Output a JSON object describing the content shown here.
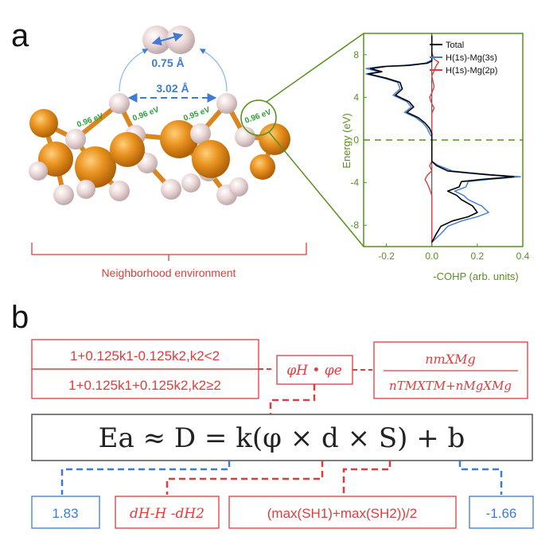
{
  "panel_a": {
    "label": "a",
    "structure": {
      "distance_top": "0.75 Å",
      "distance_mid": "3.02 Å",
      "bond_energies": [
        "0.96 eV",
        "0.96 eV",
        "0.95 eV",
        "0.96 eV"
      ],
      "bracket_label": "Neighborhood environment"
    },
    "chart_data": {
      "type": "line",
      "xlabel": "-COHP (arb. units)",
      "ylabel": "Energy (eV)",
      "xlim": [
        -0.3,
        0.4
      ],
      "ylim": [
        -10,
        10
      ],
      "xticks": [
        "-0.2",
        "0.0",
        "0.2",
        "0.4"
      ],
      "yticks": [
        "8",
        "4",
        "0",
        "-4",
        "-8"
      ],
      "fermi_level": 0,
      "legend_position": "top-right",
      "series": [
        {
          "name": "Total",
          "color": "#000000",
          "points": [
            [
              0,
              9.8
            ],
            [
              0,
              8.2
            ],
            [
              0,
              7.4
            ],
            [
              -0.02,
              7.2
            ],
            [
              -0.1,
              7.0
            ],
            [
              -0.2,
              6.9
            ],
            [
              -0.27,
              6.7
            ],
            [
              -0.22,
              6.4
            ],
            [
              -0.28,
              6.2
            ],
            [
              -0.2,
              5.8
            ],
            [
              -0.14,
              5.4
            ],
            [
              -0.13,
              4.8
            ],
            [
              -0.16,
              4.2
            ],
            [
              -0.1,
              3.6
            ],
            [
              -0.08,
              3.1
            ],
            [
              -0.11,
              2.6
            ],
            [
              -0.06,
              2.1
            ],
            [
              -0.03,
              1.6
            ],
            [
              -0.01,
              1.1
            ],
            [
              0,
              0.6
            ],
            [
              0,
              -2.0
            ],
            [
              0.02,
              -2.4
            ],
            [
              0.07,
              -2.9
            ],
            [
              0.16,
              -3.1
            ],
            [
              0.24,
              -3.25
            ],
            [
              0.36,
              -3.45
            ],
            [
              0.22,
              -3.7
            ],
            [
              0.13,
              -3.9
            ],
            [
              0.12,
              -4.4
            ],
            [
              0.07,
              -4.8
            ],
            [
              0.11,
              -5.2
            ],
            [
              0.13,
              -5.6
            ],
            [
              0.18,
              -6.2
            ],
            [
              0.2,
              -6.8
            ],
            [
              0.16,
              -7.2
            ],
            [
              0.09,
              -7.6
            ],
            [
              0.04,
              -8.1
            ],
            [
              0.02,
              -8.8
            ],
            [
              0,
              -9.6
            ]
          ]
        },
        {
          "name": "H(1s)-Mg(3s)",
          "color": "#3d7bd6",
          "points": [
            [
              0,
              9.8
            ],
            [
              0,
              8.2
            ],
            [
              0,
              7.5
            ],
            [
              -0.03,
              7.2
            ],
            [
              -0.12,
              7.0
            ],
            [
              -0.22,
              6.9
            ],
            [
              -0.29,
              6.7
            ],
            [
              -0.23,
              6.4
            ],
            [
              -0.29,
              6.2
            ],
            [
              -0.21,
              5.8
            ],
            [
              -0.15,
              5.4
            ],
            [
              -0.14,
              4.8
            ],
            [
              -0.17,
              4.2
            ],
            [
              -0.11,
              3.6
            ],
            [
              -0.09,
              3.1
            ],
            [
              -0.12,
              2.6
            ],
            [
              -0.07,
              2.1
            ],
            [
              -0.04,
              1.6
            ],
            [
              -0.02,
              1.1
            ],
            [
              -0.01,
              0.6
            ],
            [
              0,
              0.3
            ],
            [
              0,
              -2.0
            ],
            [
              0.03,
              -2.4
            ],
            [
              0.09,
              -2.9
            ],
            [
              0.18,
              -3.1
            ],
            [
              0.26,
              -3.25
            ],
            [
              0.39,
              -3.45
            ],
            [
              0.25,
              -3.7
            ],
            [
              0.16,
              -3.9
            ],
            [
              0.15,
              -4.4
            ],
            [
              0.1,
              -4.8
            ],
            [
              0.14,
              -5.2
            ],
            [
              0.16,
              -5.6
            ],
            [
              0.22,
              -6.2
            ],
            [
              0.25,
              -6.8
            ],
            [
              0.2,
              -7.2
            ],
            [
              0.13,
              -7.6
            ],
            [
              0.07,
              -8.1
            ],
            [
              0.04,
              -8.8
            ],
            [
              0,
              -9.6
            ]
          ]
        },
        {
          "name": "H(1s)-Mg(2p)",
          "color": "#e03c3c",
          "points": [
            [
              0,
              9.8
            ],
            [
              0,
              8.2
            ],
            [
              0.01,
              7.6
            ],
            [
              0.03,
              7.3
            ],
            [
              0.02,
              7.0
            ],
            [
              0.01,
              6.5
            ],
            [
              0,
              6.0
            ],
            [
              0.01,
              5.0
            ],
            [
              0,
              4.4
            ],
            [
              -0.01,
              4.0
            ],
            [
              0,
              3.4
            ],
            [
              0.01,
              3.0
            ],
            [
              0,
              2.5
            ],
            [
              0,
              0.6
            ],
            [
              0,
              -2.0
            ],
            [
              -0.01,
              -2.4
            ],
            [
              0,
              -2.9
            ],
            [
              -0.02,
              -3.3
            ],
            [
              -0.03,
              -3.7
            ],
            [
              -0.02,
              -4.1
            ],
            [
              -0.01,
              -4.6
            ],
            [
              0,
              -5.2
            ],
            [
              0,
              -9.6
            ]
          ]
        }
      ]
    }
  },
  "panel_b": {
    "label": "b",
    "box_tl_top": "1+0.125k1-0.125k2,k2<2",
    "box_tl_bottom": "1+0.125k1+0.125k2,k2≥2",
    "box_phi": "φH • φe",
    "box_frac_num": "nmXMg",
    "box_frac_den": "nTMXTM+nMgXMg",
    "main_eq": "Ea ≈ D = k(φ × d × S) + b",
    "box_k": "1.83",
    "box_d": "dH-H -dH2",
    "box_s": "(max(SH1)+max(SH2))/2",
    "box_b": "-1.66",
    "colors": {
      "red": "#e03c3c",
      "blue": "#3d7bd6",
      "green": "#5a8f1e",
      "orange": "#d9861f",
      "atom": "#e8d2d2"
    }
  }
}
